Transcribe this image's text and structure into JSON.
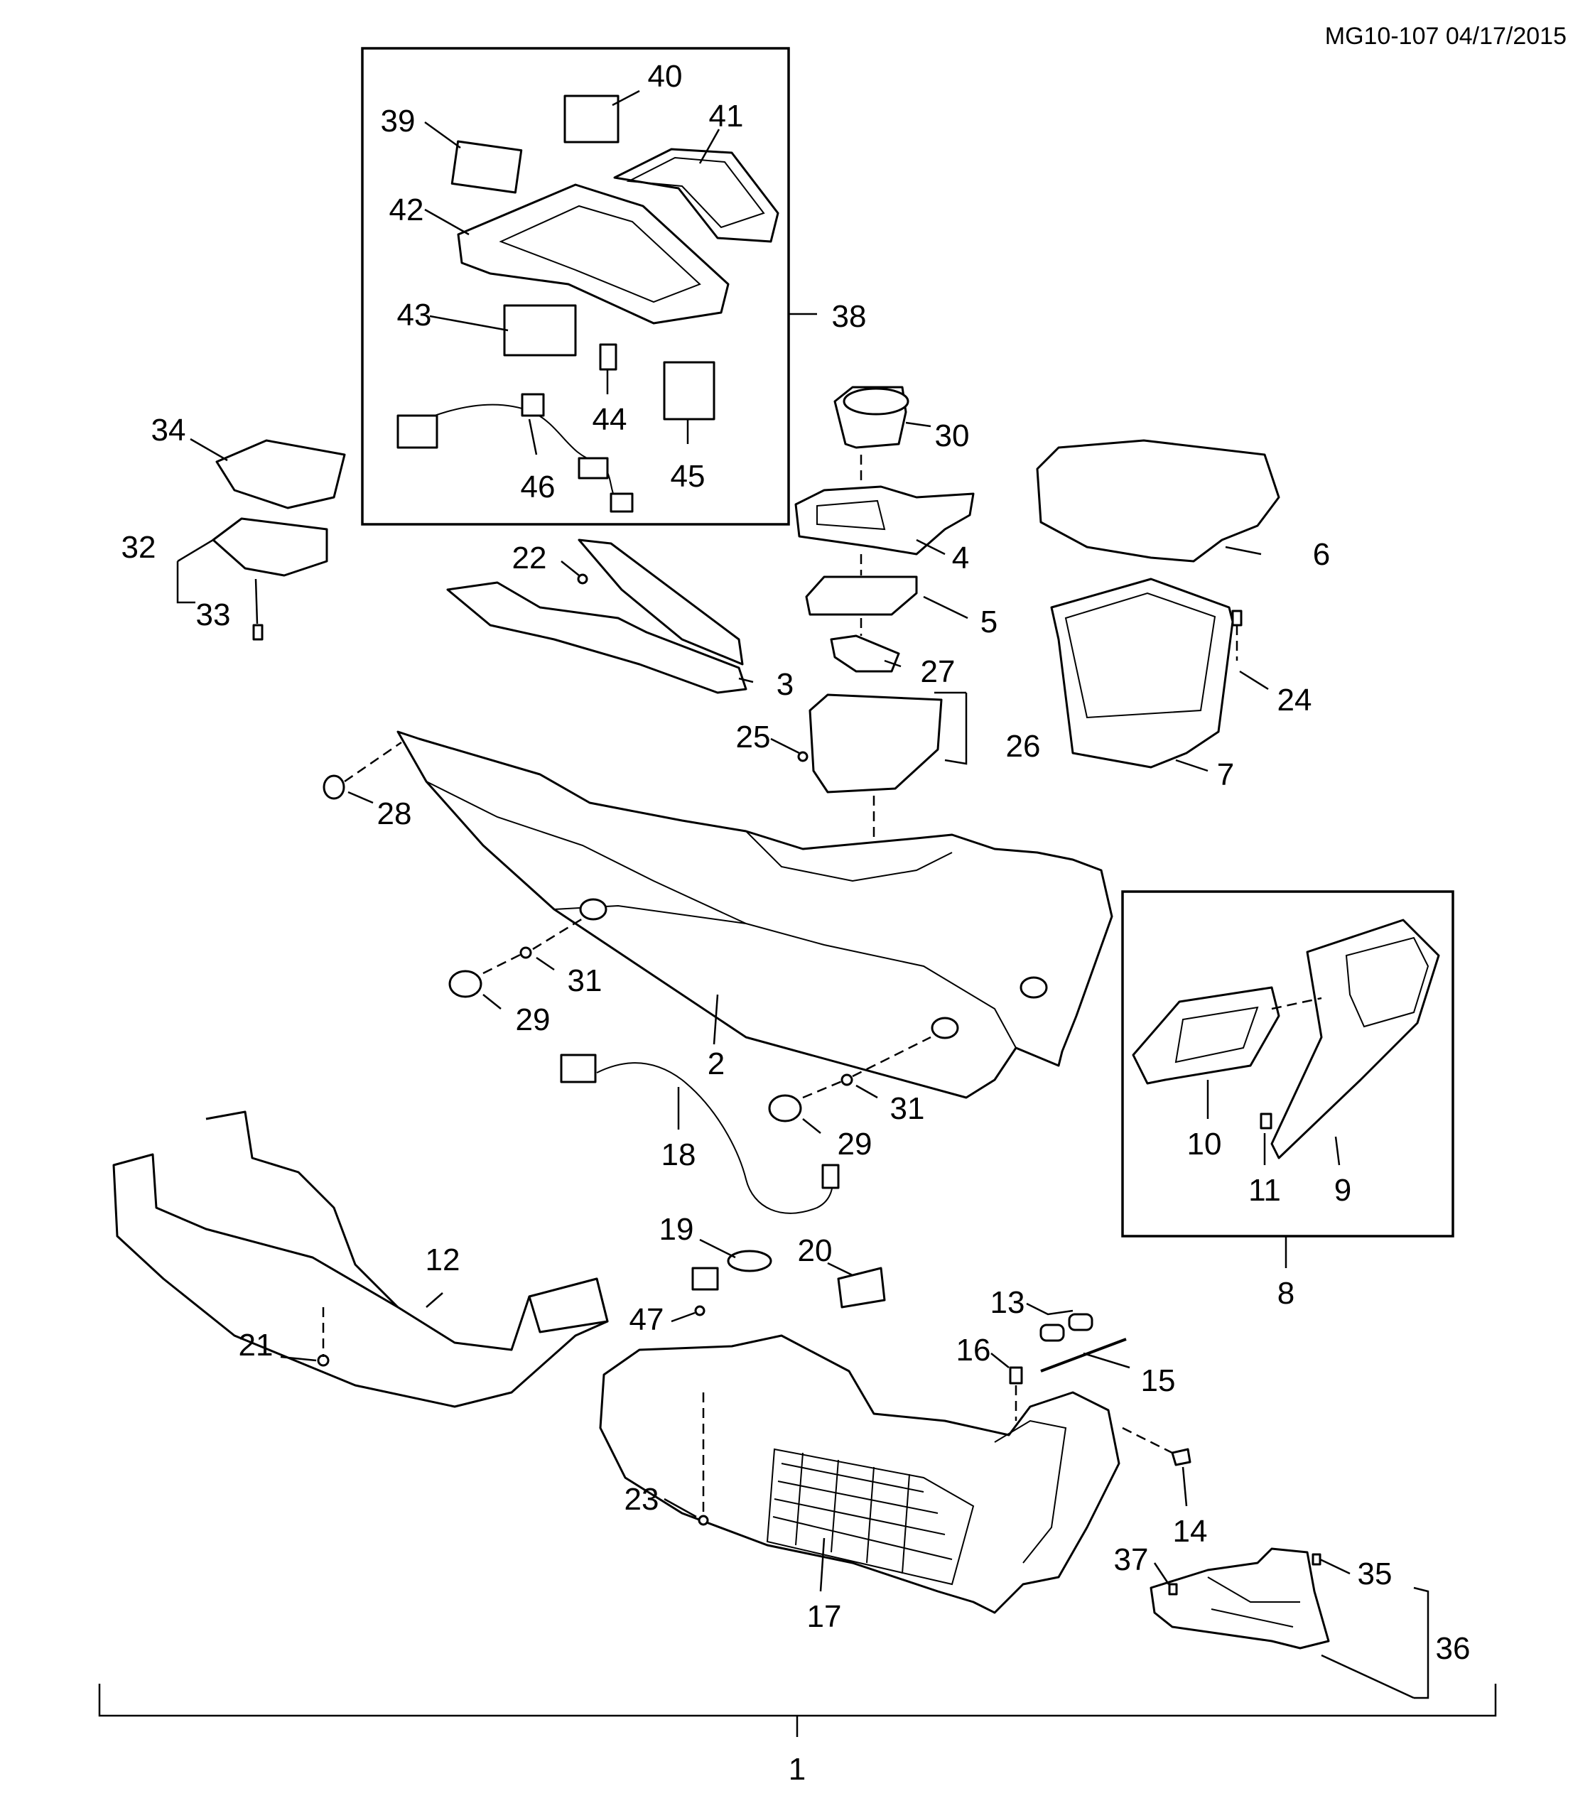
{
  "document_id": "MG10-107 04/17/2015",
  "callouts": {
    "c1": "1",
    "c2": "2",
    "c3": "3",
    "c4": "4",
    "c5": "5",
    "c6": "6",
    "c7": "7",
    "c8": "8",
    "c9": "9",
    "c10": "10",
    "c11": "11",
    "c12": "12",
    "c13": "13",
    "c14": "14",
    "c15": "15",
    "c16": "16",
    "c17": "17",
    "c18": "18",
    "c19": "19",
    "c20": "20",
    "c21": "21",
    "c22": "22",
    "c23": "23",
    "c24": "24",
    "c25": "25",
    "c26": "26",
    "c27": "27",
    "c28": "28",
    "c29a": "29",
    "c29b": "29",
    "c30": "30",
    "c31a": "31",
    "c31b": "31",
    "c32": "32",
    "c33": "33",
    "c34": "34",
    "c35": "35",
    "c36": "36",
    "c37": "37",
    "c38": "38",
    "c39": "39",
    "c40": "40",
    "c41": "41",
    "c42": "42",
    "c43": "43",
    "c44": "44",
    "c45": "45",
    "c46": "46",
    "c47": "47"
  }
}
